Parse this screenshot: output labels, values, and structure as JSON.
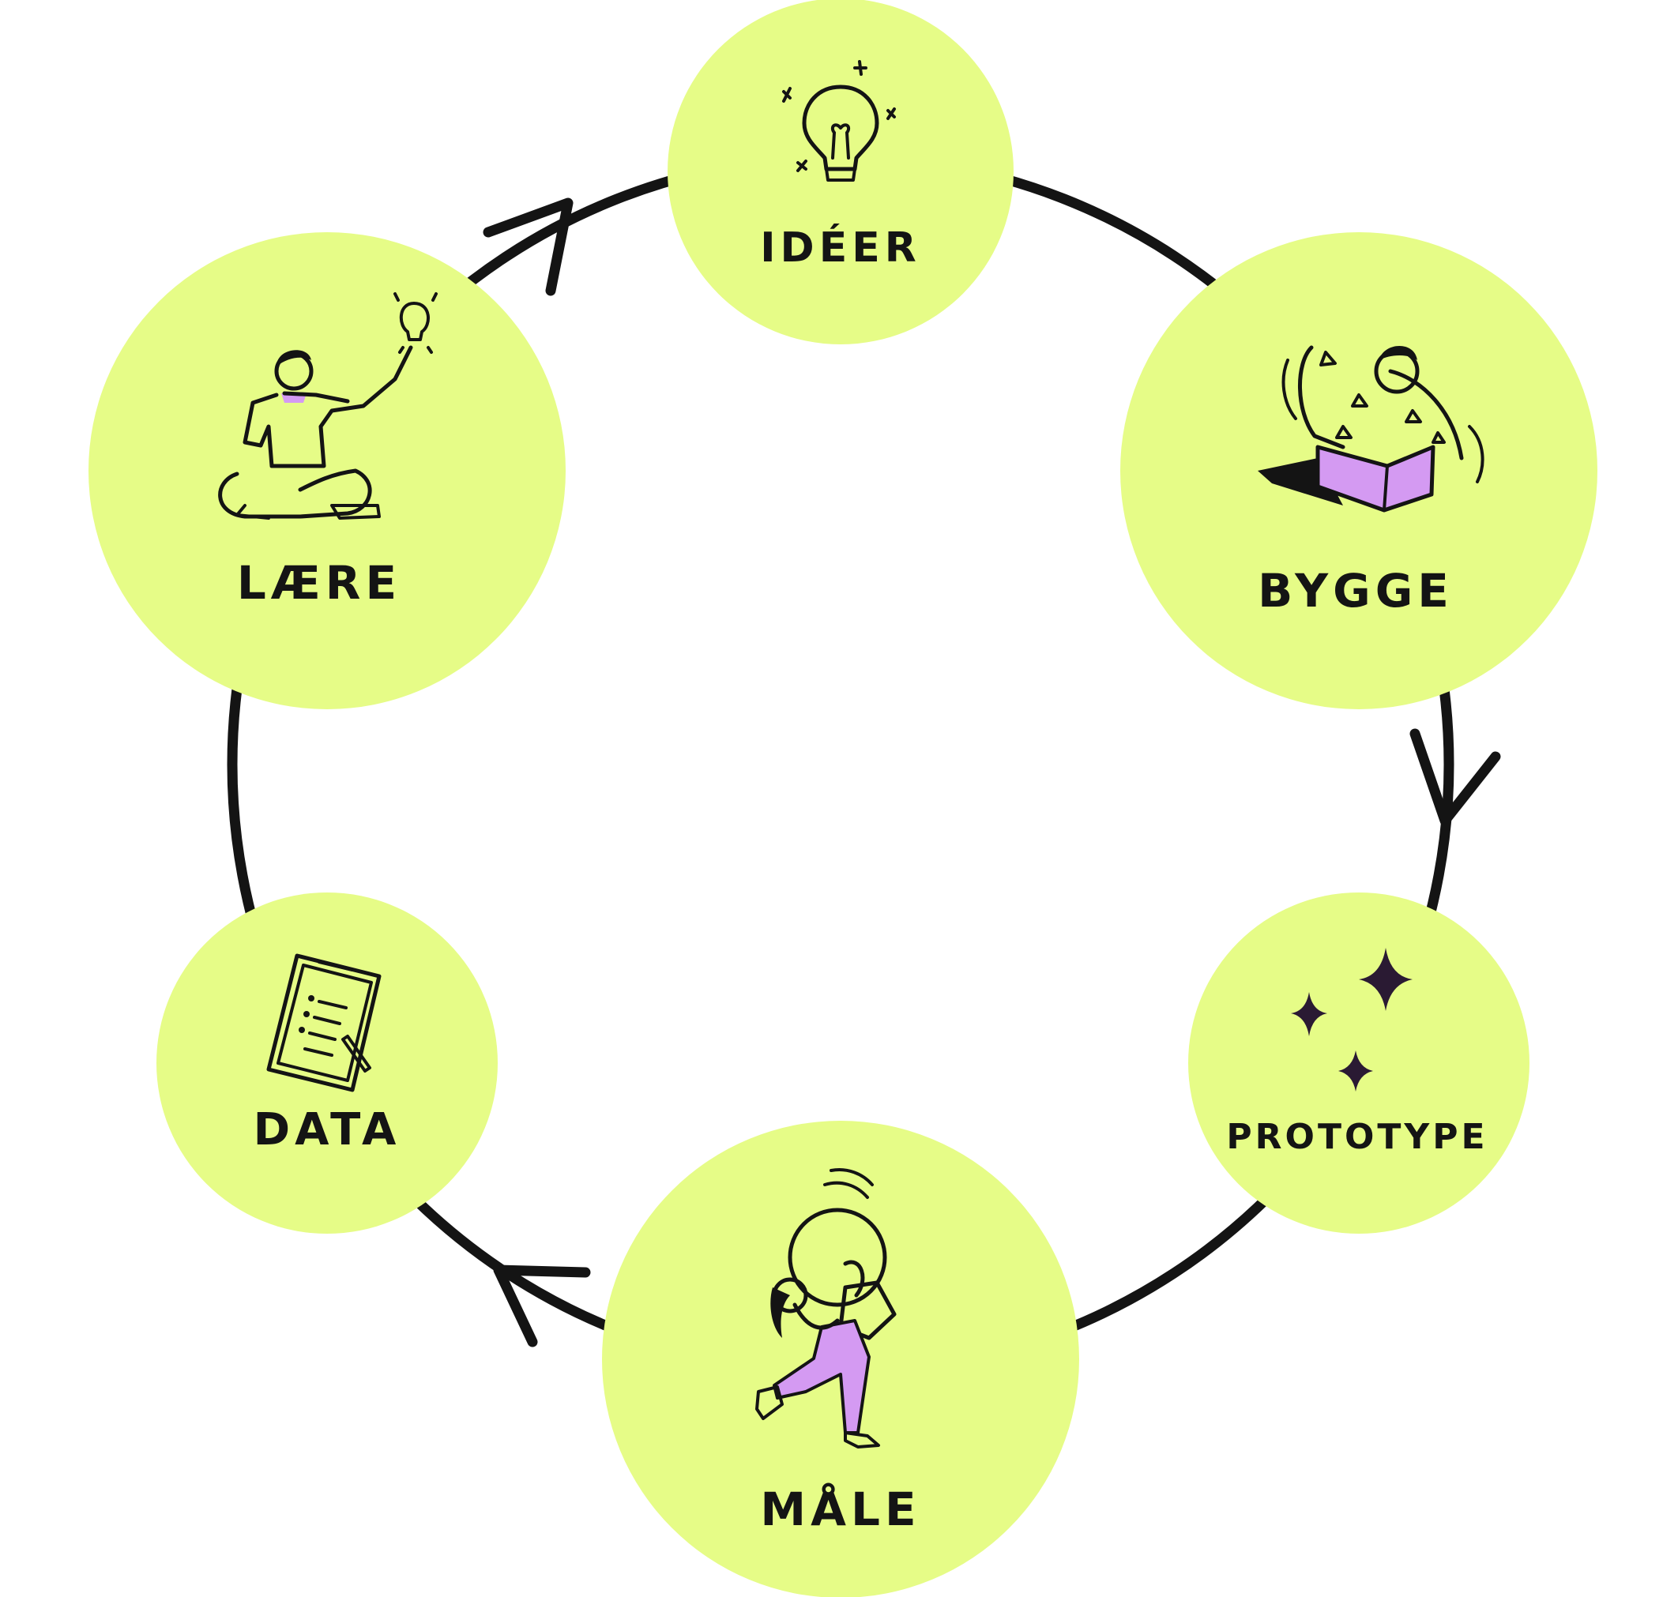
{
  "colors": {
    "background": "#ffffff",
    "node_fill": "#e6fc87",
    "ink": "#141414",
    "accent_purple": "#d49af2"
  },
  "nodes": [
    {
      "id": "ideer",
      "label": "IDÉER",
      "icon": "lightbulb-icon"
    },
    {
      "id": "bygge",
      "label": "BYGGE",
      "icon": "person-building-box-icon"
    },
    {
      "id": "prototype",
      "label": "PROTOTYPE",
      "icon": "sparkles-icon"
    },
    {
      "id": "maale",
      "label": "MÅLE",
      "icon": "person-carrying-bulb-icon"
    },
    {
      "id": "data",
      "label": "DATA",
      "icon": "clipboard-icon"
    },
    {
      "id": "laere",
      "label": "LÆRE",
      "icon": "person-sitting-idea-icon"
    }
  ]
}
